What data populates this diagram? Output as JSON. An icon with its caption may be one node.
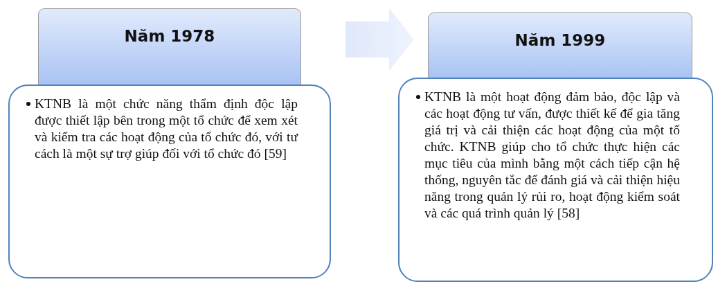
{
  "diagram": {
    "nodes": [
      {
        "text": [
          "Năm 1978"
        ]
      },
      {
        "text": [
          "KTNB là một chức năng thẩm định độc lập được thiết lập bên trong một tổ chức để xem xét và kiểm tra các hoạt động của tổ chức đó, với tư cách là một sự trợ giúp đối với tổ chức đó [59]"
        ]
      },
      {
        "text": [
          "Năm 1999"
        ]
      },
      {
        "text": [
          "KTNB là một hoạt động đảm bảo, độc lập và các hoạt động tư vấn, được thiết kế để gia tăng giá trị và cải thiện các hoạt động của một tổ chức. KTNB giúp cho tổ chức thực hiện các mục tiêu của mình bằng một cách tiếp cận hệ thống, nguyên tắc để đánh giá và cải thiện hiệu năng trong quản lý rủi ro, hoạt động kiểm soát và các quá trình quản lý [58]"
        ]
      }
    ],
    "edges": [
      {
        "from": 0,
        "to": 2,
        "arrow": "to",
        "style": "thick"
      }
    ]
  }
}
